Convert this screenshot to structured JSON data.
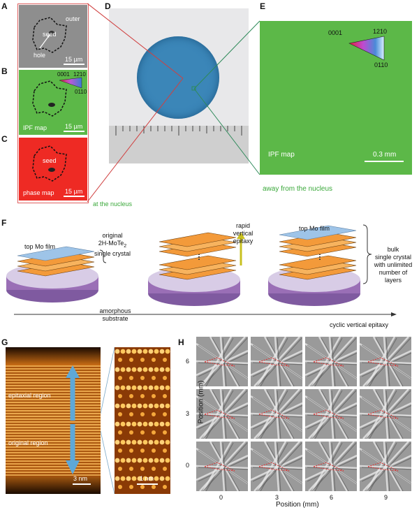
{
  "panel_letters": {
    "A": "A",
    "B": "B",
    "C": "C",
    "D": "D",
    "E": "E",
    "F": "F",
    "G": "G",
    "H": "H"
  },
  "panelA": {
    "outer": "outer",
    "seed": "seed",
    "hole": "hole",
    "scale": "15 µm"
  },
  "panelB": {
    "ipf_0001": "0001",
    "ipf_1210": "1210",
    "ipf_0110": "0110",
    "label": "IPF map",
    "scale": "15 µm"
  },
  "panelC": {
    "seed": "seed",
    "label": "phase map",
    "scale": "15 µm"
  },
  "at_nucleus": "at the nucleus",
  "panelE": {
    "ipf_0001": "0001",
    "ipf_1210": "1210",
    "ipf_0110": "0110",
    "label": "IPF map",
    "scale": "0.3 mm",
    "caption": "away from the nucleus"
  },
  "panelF": {
    "top_mo_film": "top Mo film",
    "original_line1": "original",
    "original_line2": "2H-MoTe",
    "original_sub": "2",
    "original_line3": "single crystal",
    "amorphous_line1": "amorphous",
    "amorphous_line2": "substrate",
    "rapid1": "rapid",
    "rapid2": "vertical",
    "rapid3": "epitaxy",
    "top_mo_film2": "top Mo film",
    "bulk1": "bulk",
    "bulk2": "single crystal",
    "bulk3": "with unlimited",
    "bulk4": "number of",
    "bulk5": "layers",
    "cyclic": "cyclic vertical epitaxy"
  },
  "panelG": {
    "epitaxial": "epitaxial region",
    "original": "original region",
    "scale1": "3 nm",
    "scale2": "1 nm"
  },
  "panelH": {
    "ylabel": "Position (mm)",
    "xlabel": "Position (mm)",
    "yticks": [
      "6",
      "3",
      "0"
    ],
    "xticks": [
      "0",
      "3",
      "6",
      "9"
    ]
  },
  "colors": {
    "ipf_green": "#5cb848",
    "phase_red": "#ee2a24",
    "mo_film": "#9ec4e8",
    "layer": "#f39a3a",
    "substrate": "#9a6fb6",
    "arrow": "#5ea8d8",
    "nucleus_green": "#3aa83a"
  }
}
